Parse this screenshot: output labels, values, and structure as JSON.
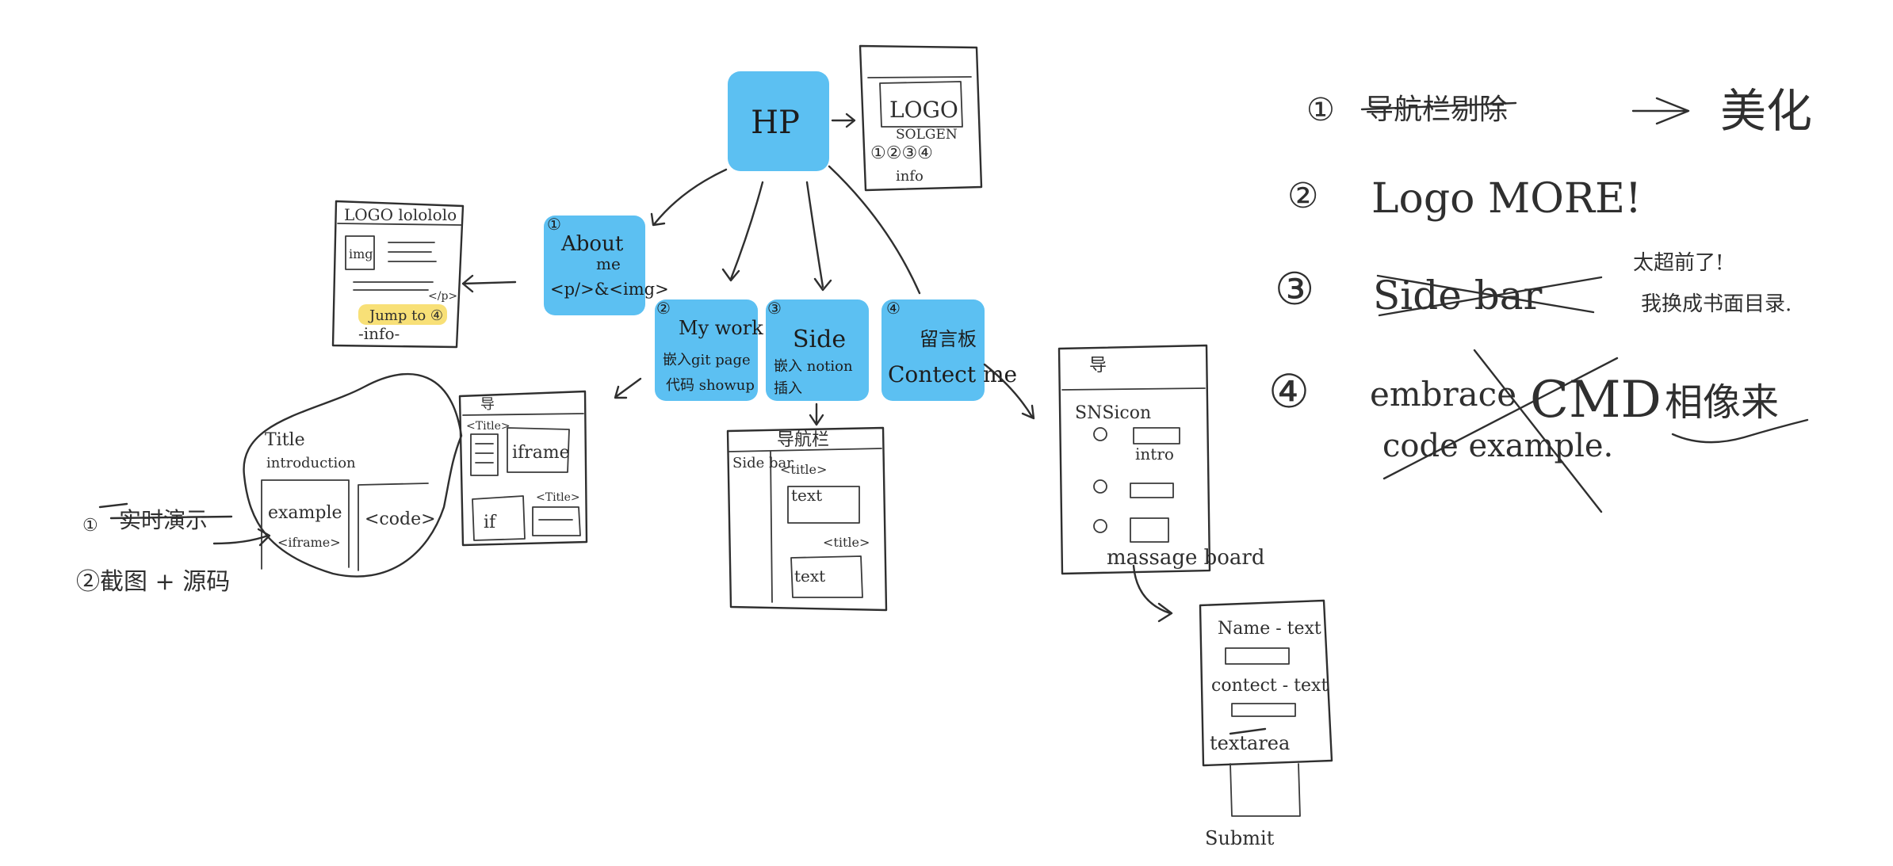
{
  "colors": {
    "node_fill": "#5cc0f2",
    "ink": "#2f2f2f",
    "highlight": "#f6d54a"
  },
  "nodes": {
    "hp": "HP",
    "about": {
      "num": "①",
      "line1": "About",
      "line2": "me",
      "line3": "<p/>&<img>"
    },
    "work": {
      "num": "②",
      "line1": "My work",
      "line2": "嵌入git page",
      "line3": "代码 showup"
    },
    "side": {
      "num": "③",
      "line1": "Side",
      "line2": "嵌入 notion",
      "line3": "插入"
    },
    "contact": {
      "num": "④",
      "line1": "留言板",
      "line2": "Contect me"
    }
  },
  "hp_wireframe": {
    "logo": "LOGO",
    "slogan": "SOLGEN",
    "circles": "①②③④",
    "info": "info"
  },
  "about_wireframe": {
    "header": "LOGO lolololo",
    "img": "img",
    "p_tag": "</p>",
    "jump": "Jump to ④",
    "info": "-info-"
  },
  "work_wireframe": {
    "nav": "导",
    "title_tag": "<Title>",
    "iframe": "iframe",
    "if_box": "if",
    "title_tag2": "<Title>"
  },
  "work_zoom": {
    "title": "Title",
    "intro": "introduction",
    "example": "example",
    "iframe_tag": "<iframe>",
    "code": "<code>"
  },
  "work_notes": {
    "note1_num": "①",
    "note1": "实时演示",
    "note2": "②截图 + 源码"
  },
  "side_wireframe": {
    "nav": "导航栏",
    "sidebar": "Side bar",
    "title1": "<title>",
    "text1": "text",
    "title2": "<title>",
    "text2": "text"
  },
  "contact_wireframe": {
    "nav": "导",
    "sns": "SNSicon",
    "intro": "intro",
    "board": "massage board"
  },
  "form_wireframe": {
    "name": "Name - text",
    "contact": "contect - text",
    "textarea": "textarea",
    "submit": "Submit"
  },
  "notes": [
    {
      "num": "①",
      "strike": "导航栏剔除",
      "result": "美化"
    },
    {
      "num": "②",
      "text": "Logo MORE!"
    },
    {
      "num": "③",
      "strike": "Side bar",
      "comment1": "太超前了!",
      "comment2": "我换成书面目录."
    },
    {
      "num": "④",
      "strike1": "embrace",
      "strike2": "code example.",
      "cmd": "CMD",
      "extra": "相像来"
    }
  ]
}
